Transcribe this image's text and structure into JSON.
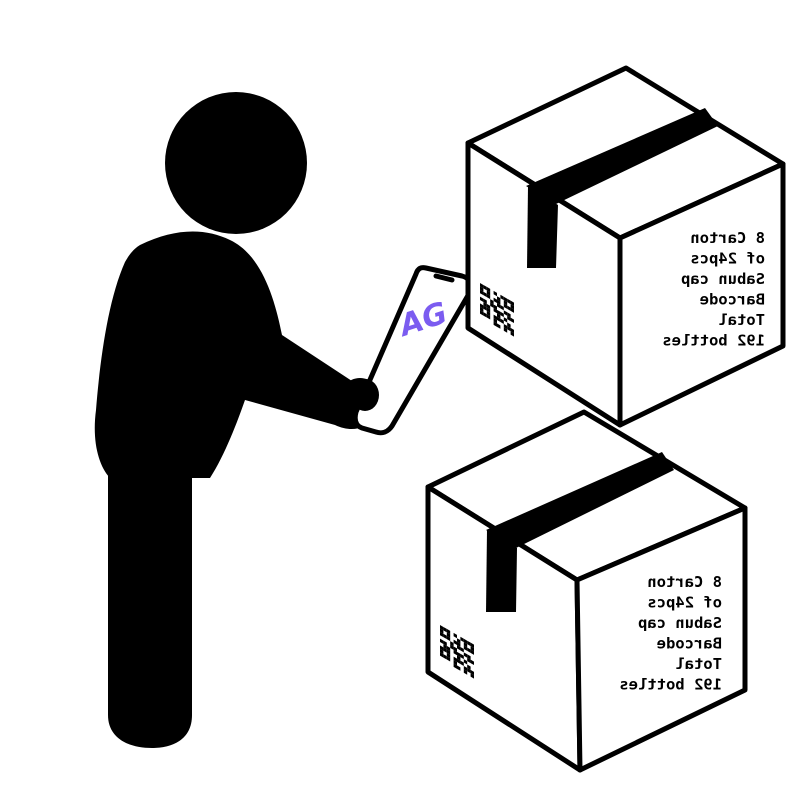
{
  "phone": {
    "logo_text": "AG",
    "logo_color": "#7b5cf0"
  },
  "boxes": [
    {
      "lines": [
        "8 Carton",
        "of 24pcs",
        "Sabun cap",
        "Barcode",
        "Total",
        "192 bottles"
      ]
    },
    {
      "lines": [
        "8 Carton",
        "of 24pcs",
        "Sabun cap",
        "Barcode",
        "Total",
        "192 bottles"
      ]
    }
  ],
  "colors": {
    "ink": "#000000",
    "paper": "#ffffff"
  }
}
